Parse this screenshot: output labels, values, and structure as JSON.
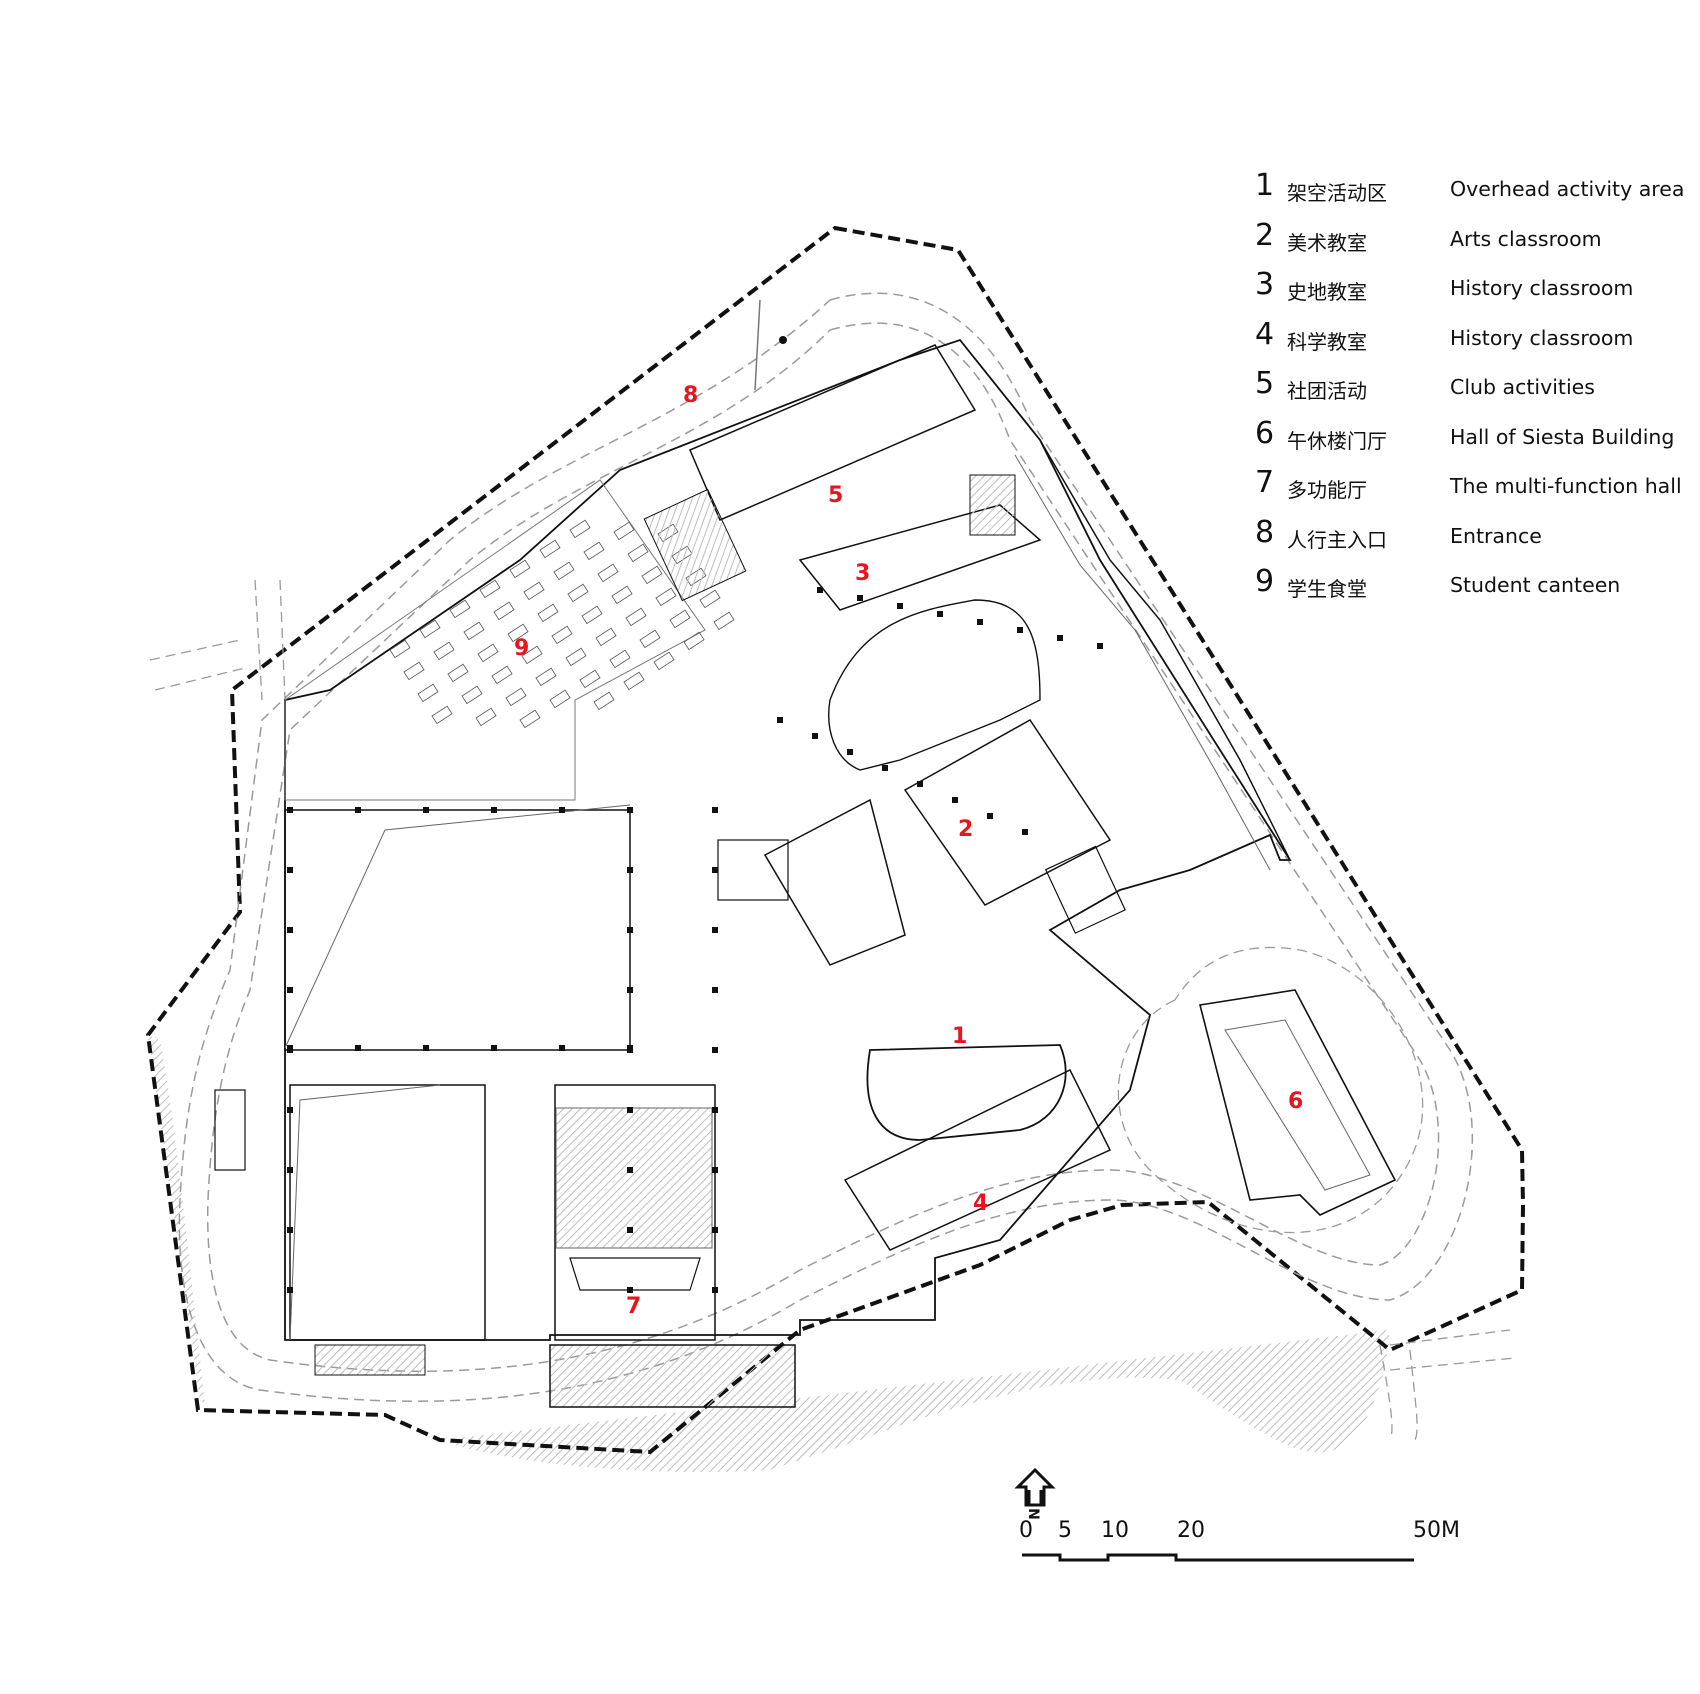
{
  "legend": [
    {
      "num": "1",
      "cn": "架空活动区",
      "en": "Overhead activity area"
    },
    {
      "num": "2",
      "cn": "美术教室",
      "en": "Arts classroom"
    },
    {
      "num": "3",
      "cn": "史地教室",
      "en": "History classroom"
    },
    {
      "num": "4",
      "cn": "科学教室",
      "en": "History classroom"
    },
    {
      "num": "5",
      "cn": "社团活动",
      "en": "Club activities"
    },
    {
      "num": "6",
      "cn": "午休楼门厅",
      "en": "Hall of Siesta Building"
    },
    {
      "num": "7",
      "cn": "多功能厅",
      "en": "The multi-function hall"
    },
    {
      "num": "8",
      "cn": "人行主入口",
      "en": "Entrance"
    },
    {
      "num": "9",
      "cn": "学生食堂",
      "en": "Student canteen"
    }
  ],
  "plan_labels": [
    "1",
    "2",
    "3",
    "4",
    "5",
    "6",
    "7",
    "8",
    "9"
  ],
  "north_label": "N",
  "scale_ticks": [
    "0",
    "5",
    "10",
    "20",
    "50M"
  ],
  "colors": {
    "label": "#e8141e",
    "line": "#111111",
    "light": "#9a9a9a",
    "shade": "#c8c8c8"
  }
}
